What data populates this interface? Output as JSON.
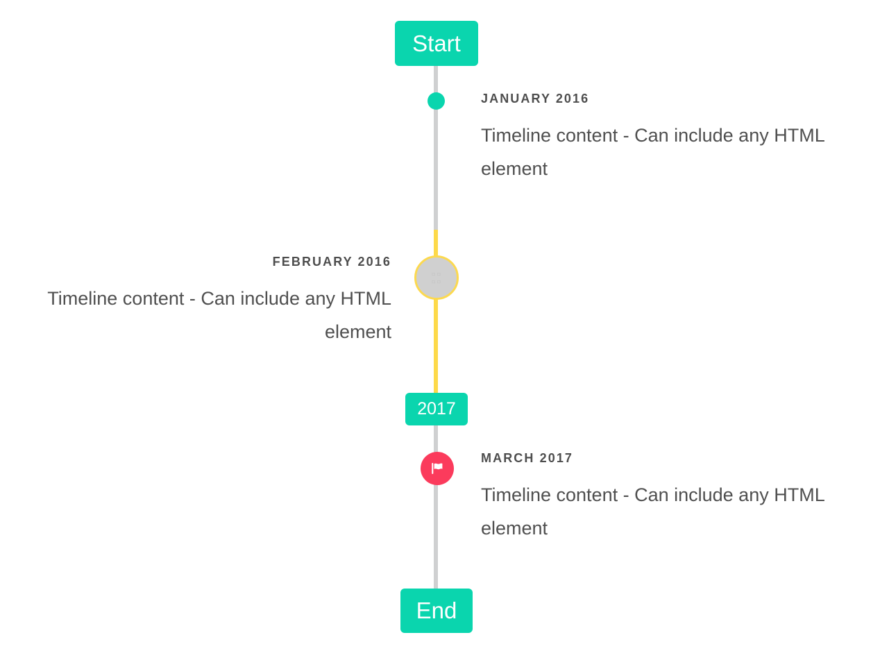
{
  "timeline": {
    "colors": {
      "accent_teal": "#0ad5ae",
      "line_gray": "#cfd0d1",
      "line_yellow": "#fdd949",
      "marker_gray": "#d0d0d0",
      "marker_flag_pink": "#fb3b5c",
      "title_text": "#4d4d4d",
      "body_text": "#4f4f4f",
      "background": "#ffffff"
    },
    "start_cap": {
      "label": "Start"
    },
    "end_cap": {
      "label": "End"
    },
    "year_cap": {
      "label": "2017"
    },
    "entries": [
      {
        "id": "january-2016",
        "side": "right",
        "title": "JANUARY 2016",
        "body": "Timeline content - Can include any HTML element",
        "marker": "dot-icon"
      },
      {
        "id": "february-2016",
        "side": "left",
        "title": "FEBRUARY 2016",
        "body": "Timeline content - Can include any HTML element",
        "marker": "missing-glyph-icon",
        "marker_glyph": "␣␣"
      },
      {
        "id": "march-2017",
        "side": "right",
        "title": "MARCH 2017",
        "body": "Timeline content - Can include any HTML element",
        "marker": "flag-icon"
      }
    ]
  }
}
